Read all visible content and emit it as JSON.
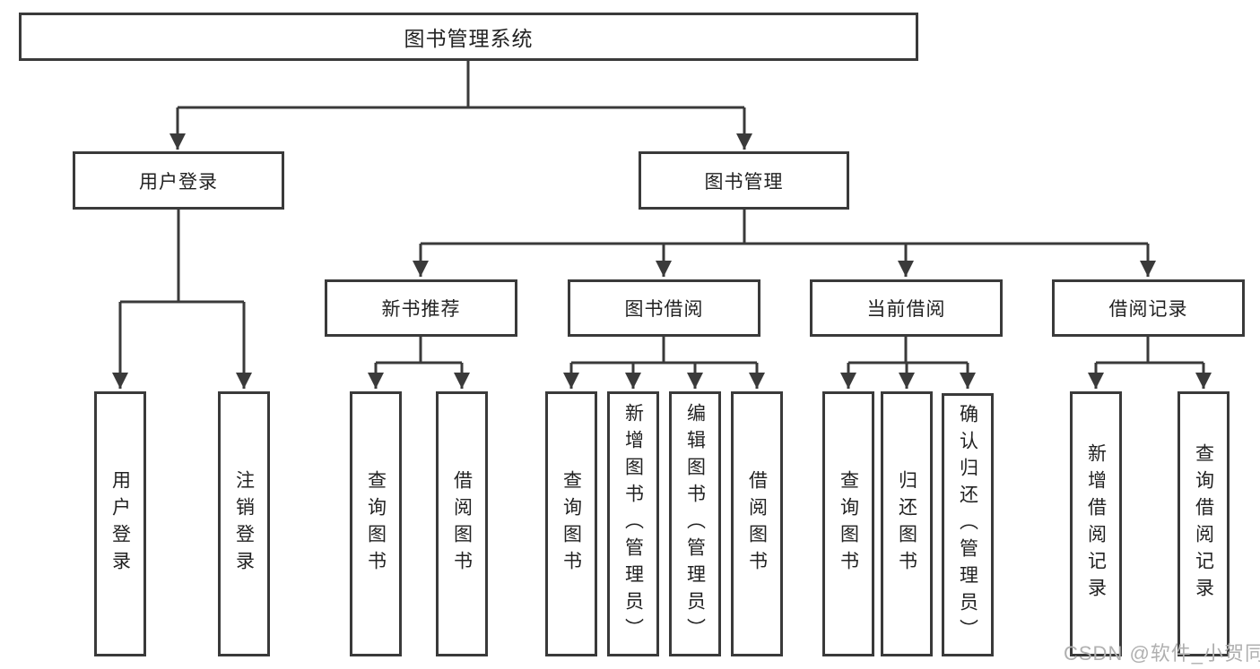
{
  "diagram": {
    "root": {
      "label": "图书管理系统"
    },
    "branches": [
      {
        "label": "用户登录",
        "children": [
          {
            "label": "用户登录"
          },
          {
            "label": "注销登录"
          }
        ]
      },
      {
        "label": "图书管理",
        "children": [
          {
            "label": "新书推荐",
            "children": [
              {
                "label": "查询图书"
              },
              {
                "label": "借阅图书"
              }
            ]
          },
          {
            "label": "图书借阅",
            "children": [
              {
                "label": "查询图书"
              },
              {
                "label": "新增图书（管理员）"
              },
              {
                "label": "编辑图书（管理员）"
              },
              {
                "label": "借阅图书"
              }
            ]
          },
          {
            "label": "当前借阅",
            "children": [
              {
                "label": "查询图书"
              },
              {
                "label": "归还图书"
              },
              {
                "label": "确认归还（管理员）"
              }
            ]
          },
          {
            "label": "借阅记录",
            "children": [
              {
                "label": "新增借阅记录"
              },
              {
                "label": "查询借阅记录"
              }
            ]
          }
        ]
      }
    ]
  },
  "watermark": {
    "text": "CSDN @软件_小贺同学"
  },
  "colors": {
    "line": "#3a3a3a",
    "text": "#222222",
    "watermark": "#b0b0b0",
    "bg": "#ffffff"
  }
}
